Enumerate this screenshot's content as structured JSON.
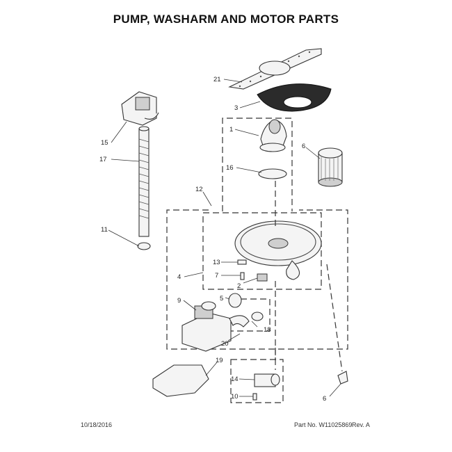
{
  "title": "PUMP, WASHARM AND MOTOR PARTS",
  "callouts": {
    "c21": "21",
    "c3": "3",
    "c1": "1",
    "c16": "16",
    "c6a": "6",
    "c15": "15",
    "c17": "17",
    "c12": "12",
    "c11": "11",
    "c4": "4",
    "c13": "13",
    "c7": "7",
    "c2": "2",
    "c5": "5",
    "c9": "9",
    "c18": "18",
    "c20": "20",
    "c19": "19",
    "c14": "14",
    "c10": "10",
    "c6b": "6"
  },
  "footer": {
    "date": "10/18/2016",
    "part_number": "Part No. W11025869",
    "revision": "Rev. A"
  }
}
